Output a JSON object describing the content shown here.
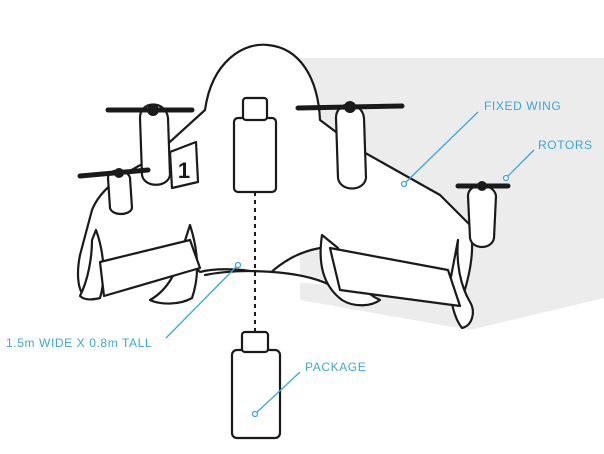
{
  "diagram": {
    "labels": {
      "fixed_wing": "FIXED WING",
      "rotors": "ROTORS",
      "dimensions": "1.5m WIDE X 0.8m TALL",
      "package": "PACKAGE"
    },
    "aircraft_number": "1",
    "colors": {
      "label": "#3ba7d8",
      "leader_line": "#3ba7d8",
      "outline": "#1a1a1a",
      "shadow": "#ececec",
      "background": "#ffffff"
    }
  }
}
